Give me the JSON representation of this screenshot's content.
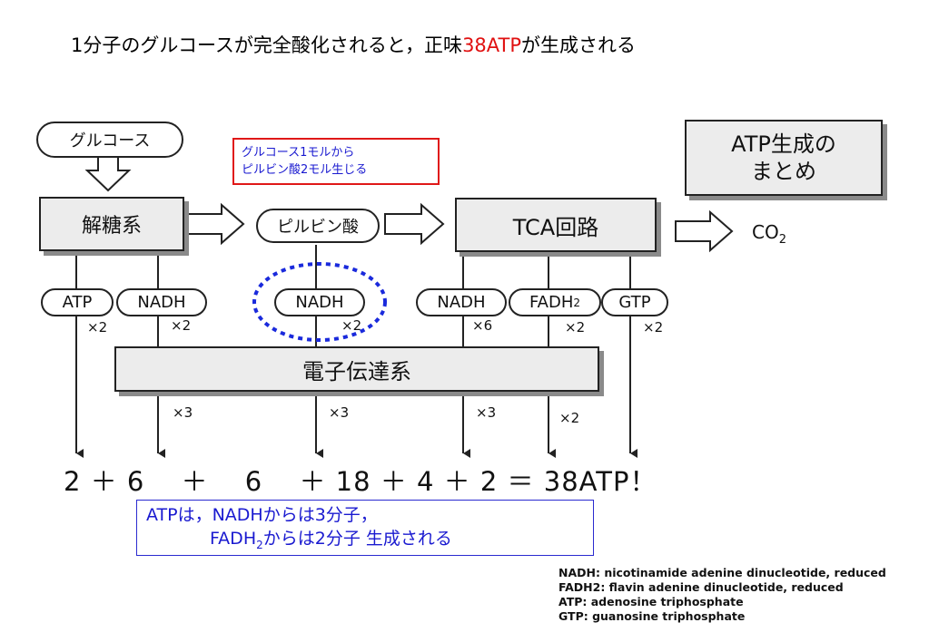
{
  "title": {
    "prefix": "1分子のグルコースが完全酸化されると，正味",
    "highlight": "38ATP",
    "suffix": "が生成される"
  },
  "colors": {
    "highlight": "#e01010",
    "note_border": "#e01818",
    "note_text": "#1a1ad0",
    "ellipse": "#1a2adc",
    "blue_box": "#2a2ad0"
  },
  "flow": {
    "glucose": "グルコース",
    "glycolysis": "解糖系",
    "pyruvate": "ピルビン酸",
    "tca": "TCA回路",
    "co2": "CO",
    "co2_sub": "2",
    "summary_title_line1": "ATP生成の",
    "summary_title_line2": "まとめ"
  },
  "note": {
    "line1": "グルコース1モルから",
    "line2": "ピルビン酸2モル生じる"
  },
  "products": {
    "atp": "ATP",
    "nadh1": "NADH",
    "nadh2": "NADH",
    "nadh3": "NADH",
    "fadh": "FADH",
    "fadh_sub": "2",
    "gtp": "GTP",
    "m_atp": "×2",
    "m_nadh1": "×2",
    "m_nadh2": "×2",
    "m_nadh3": "×6",
    "m_fadh": "×2",
    "m_gtp": "×2"
  },
  "etc": {
    "label": "電子伝達系",
    "m1": "×3",
    "m2": "×3",
    "m3": "×3",
    "m4": "×2"
  },
  "sum": {
    "line": "2 ＋ 6 　＋ 　6 　＋ 18 ＋ 4 ＋ 2 ＝ 38ATP！"
  },
  "blue_note": {
    "line1": "ATPは，NADHからは3分子，",
    "line2a": "FADH",
    "line2_sub": "2",
    "line2b": "からは2分子 生成される"
  },
  "definitions": [
    "NADH:  nicotinamide adenine dinucleotide, reduced",
    "FADH2:  flavin adenine dinucleotide, reduced",
    "ATP:  adenosine triphosphate",
    "GTP:  guanosine triphosphate"
  ]
}
